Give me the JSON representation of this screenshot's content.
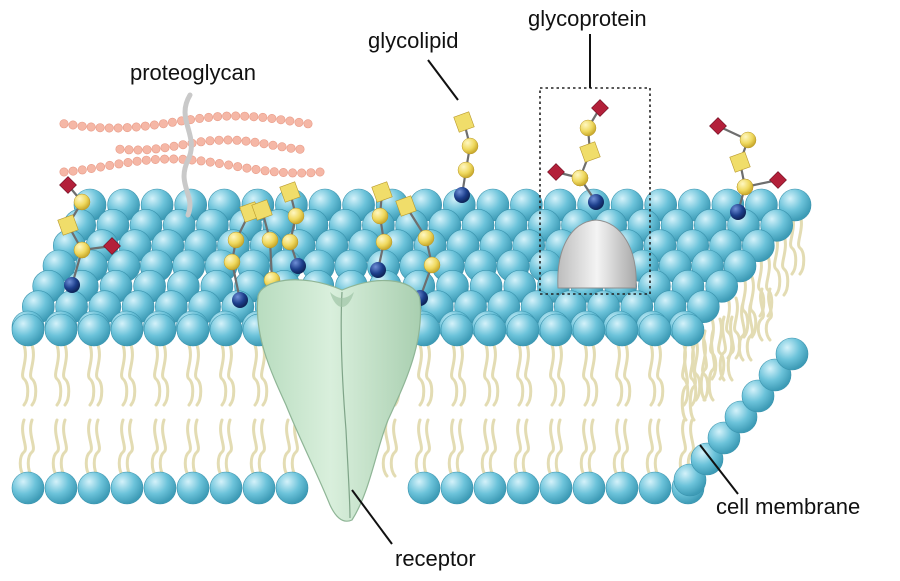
{
  "labels": {
    "proteoglycan": "proteoglycan",
    "glycolipid": "glycolipid",
    "glycoprotein": "glycoprotein",
    "receptor": "receptor",
    "cell_membrane": "cell membrane"
  },
  "colors": {
    "lipid_head": "#6cc3da",
    "lipid_head_highlight": "#c8eef7",
    "lipid_tail": "#e3dcb3",
    "receptor_protein": "#cbe6cf",
    "glycoprotein_body": "#e6e6e6",
    "sugar_yellow": "#f0dd6a",
    "sugar_blue": "#1d3f8c",
    "sugar_red": "#b3203a",
    "proteoglycan_chain": "#f5b7a6",
    "proteoglycan_core": "#c9c9c9"
  }
}
